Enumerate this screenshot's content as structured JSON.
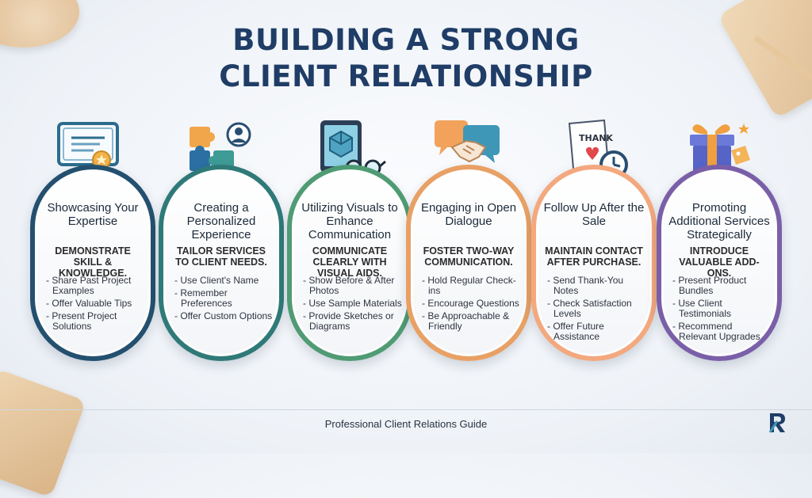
{
  "title": {
    "line1": "BUILDING A STRONG",
    "line2": "CLIENT RELATIONSHIP"
  },
  "cards": [
    {
      "heading": "Showcasing Your Expertise",
      "summary": "DEMONSTRATE SKILL & KNOWLEDGE.",
      "items": [
        "Share Past Project Examples",
        "Offer Valuable Tips",
        "Present Project Solutions"
      ],
      "icon": "certificate-icon",
      "color": "#24506f"
    },
    {
      "heading": "Creating a Personalized Experience",
      "summary": "TAILOR SERVICES TO CLIENT NEEDS.",
      "items": [
        "Use Client's Name",
        "Remember Preferences",
        "Offer Custom Options"
      ],
      "icon": "puzzle-person-icon",
      "color": "#2f7a78"
    },
    {
      "heading": "Utilizing Visuals to Enhance Communication",
      "summary": "COMMUNICATE CLEARLY WITH VISUAL AIDS.",
      "items": [
        "Show Before & After Photos",
        "Use Sample Materials",
        "Provide Sketches or Diagrams"
      ],
      "icon": "tablet-glasses-icon",
      "color": "#4f9b73"
    },
    {
      "heading": "Engaging in Open Dialogue",
      "summary": "FOSTER TWO-WAY COMMUNICATION.",
      "items": [
        "Hold Regular Check-ins",
        "Encourage Questions",
        "Be Approachable & Friendly"
      ],
      "icon": "handshake-speech-icon",
      "color": "#e8a065"
    },
    {
      "heading": "Follow Up After the Sale",
      "summary": "MAINTAIN CONTACT AFTER PURCHASE.",
      "items": [
        "Send Thank-You Notes",
        "Check Satisfaction Levels",
        "Offer Future Assistance"
      ],
      "icon": "thank-card-clock-icon",
      "color": "#f3a87e"
    },
    {
      "heading": "Promoting Additional Services Strategically",
      "summary": "INTRODUCE VALUABLE ADD-ONS.",
      "items": [
        "Present Product Bundles",
        "Use Client Testimonials",
        "Recommend Relevant Upgrades"
      ],
      "icon": "gift-box-icon",
      "color": "#7a5fa8"
    }
  ],
  "thank_card_text": "THANK",
  "footer": {
    "text": "Professional Client Relations Guide"
  }
}
